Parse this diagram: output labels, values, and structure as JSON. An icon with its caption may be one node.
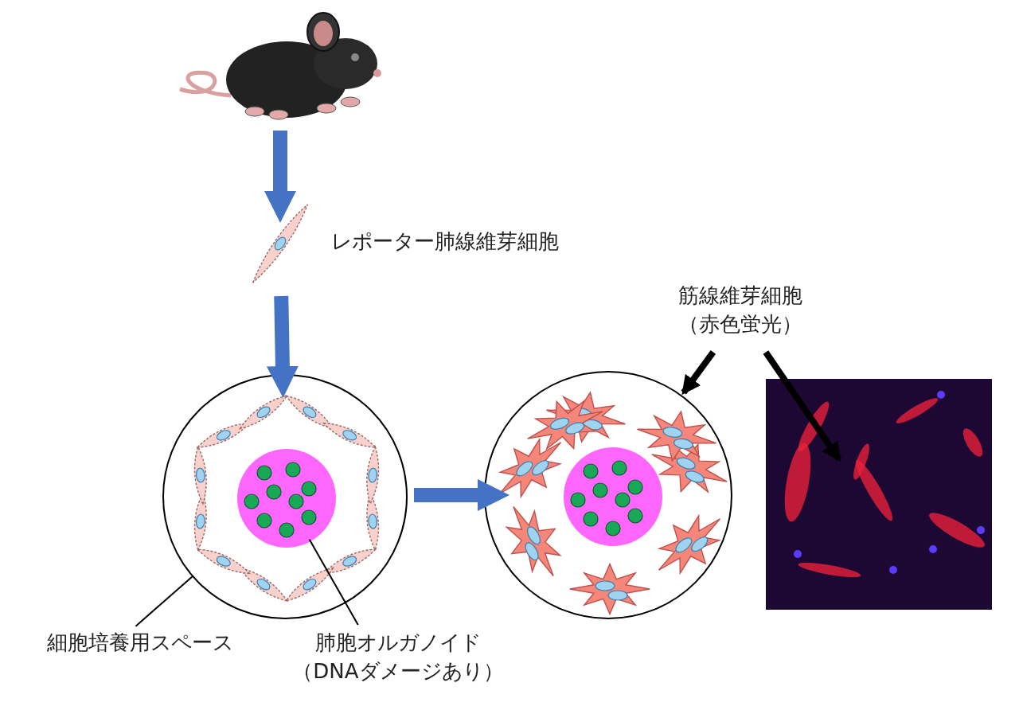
{
  "diagram": {
    "nodes": [
      {
        "text": [],
        "shape": "picture"
      },
      {
        "text": [],
        "shape": "picture",
        "beside": [
          "レポーター肺線維芽細胞"
        ]
      },
      {
        "text": [],
        "shape": "circle"
      },
      {
        "text": [],
        "shape": "circle",
        "in": 2
      },
      {
        "text": [
          "細胞培養用スペース"
        ]
      },
      {
        "text": [
          "肺胞オルガノイド",
          "（DNAダメージあり）"
        ]
      },
      {
        "text": [],
        "shape": "circle"
      },
      {
        "text": [],
        "shape": "circle",
        "in": 6
      },
      {
        "text": [
          "筋線維芽細胞",
          "（赤色蛍光）"
        ]
      },
      {
        "text": [],
        "shape": "picture"
      }
    ],
    "edges": [
      {
        "from": 0,
        "to": 1,
        "arrow": "to",
        "style": "thick",
        "color": "#4472c4"
      },
      {
        "from": 1,
        "to": 2,
        "arrow": "to",
        "style": "thick",
        "color": "#4472c4"
      },
      {
        "from": 2,
        "to": 6,
        "arrow": "to",
        "style": "thick",
        "color": "#4472c4"
      },
      {
        "from": 4,
        "to": 2,
        "arrow": "none"
      },
      {
        "from": 5,
        "to": 3,
        "arrow": "none"
      },
      {
        "from": 8,
        "to": 6,
        "arrow": "to"
      },
      {
        "from": 8,
        "to": 9,
        "arrow": "to"
      }
    ]
  }
}
